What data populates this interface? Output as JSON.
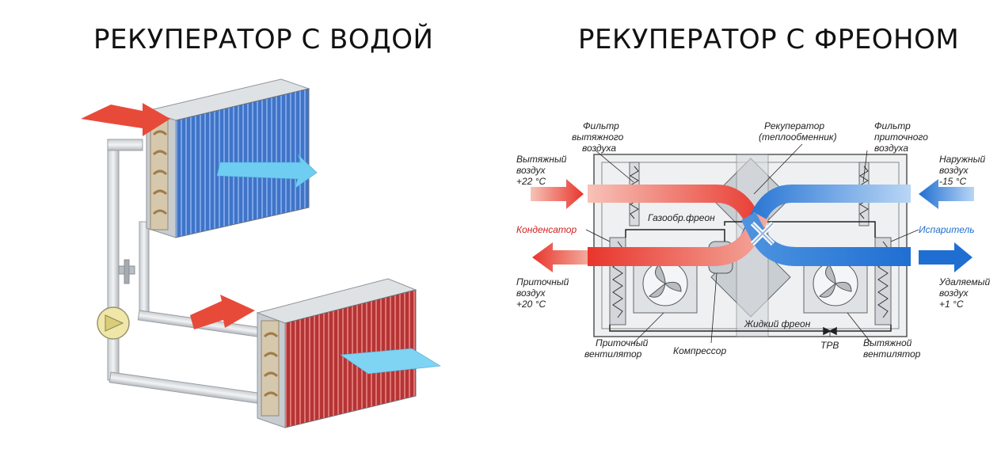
{
  "titles": {
    "left": "РЕКУПЕРАТОР С ВОДОЙ",
    "right": "РЕКУПЕРАТОР С ФРЕОНОМ"
  },
  "labels": {
    "filter_exhaust": [
      "Фильтр",
      "вытяжного",
      "воздуха"
    ],
    "recuperator": [
      "Рекуператор",
      "(теплообменник)"
    ],
    "filter_supply": [
      "Фильтр",
      "приточного",
      "воздуха"
    ],
    "exhaust_air": [
      "Вытяжный",
      "воздух",
      "+22 °C"
    ],
    "outdoor_air": [
      "Наружный",
      "воздух",
      "-15 °C"
    ],
    "gas_freon": "Газообр.фреон",
    "condenser": "Конденсатор",
    "evaporator": "Испаритель",
    "supply_air": [
      "Приточный",
      "воздух",
      "+20 °C"
    ],
    "removed_air": [
      "Удаляемый",
      "воздух",
      "+1 °C"
    ],
    "liquid_freon": "Жидкий фреон",
    "supply_fan": [
      "Приточный",
      "вентилятор"
    ],
    "compressor": "Компрессор",
    "trv": "ТРВ",
    "exhaust_fan": [
      "Вытяжной",
      "вентилятор"
    ]
  },
  "colors": {
    "hot_arrow": "#e84a3a",
    "cold_arrow": "#5bc8f0",
    "blue_coil": "#3a6fc4",
    "red_coil": "#c23a3a",
    "warm_flow": "#e8453c",
    "cold_flow": "#1f78d2",
    "condenser_text": "#d21f1f",
    "evaporator_text": "#1f6fd2"
  }
}
